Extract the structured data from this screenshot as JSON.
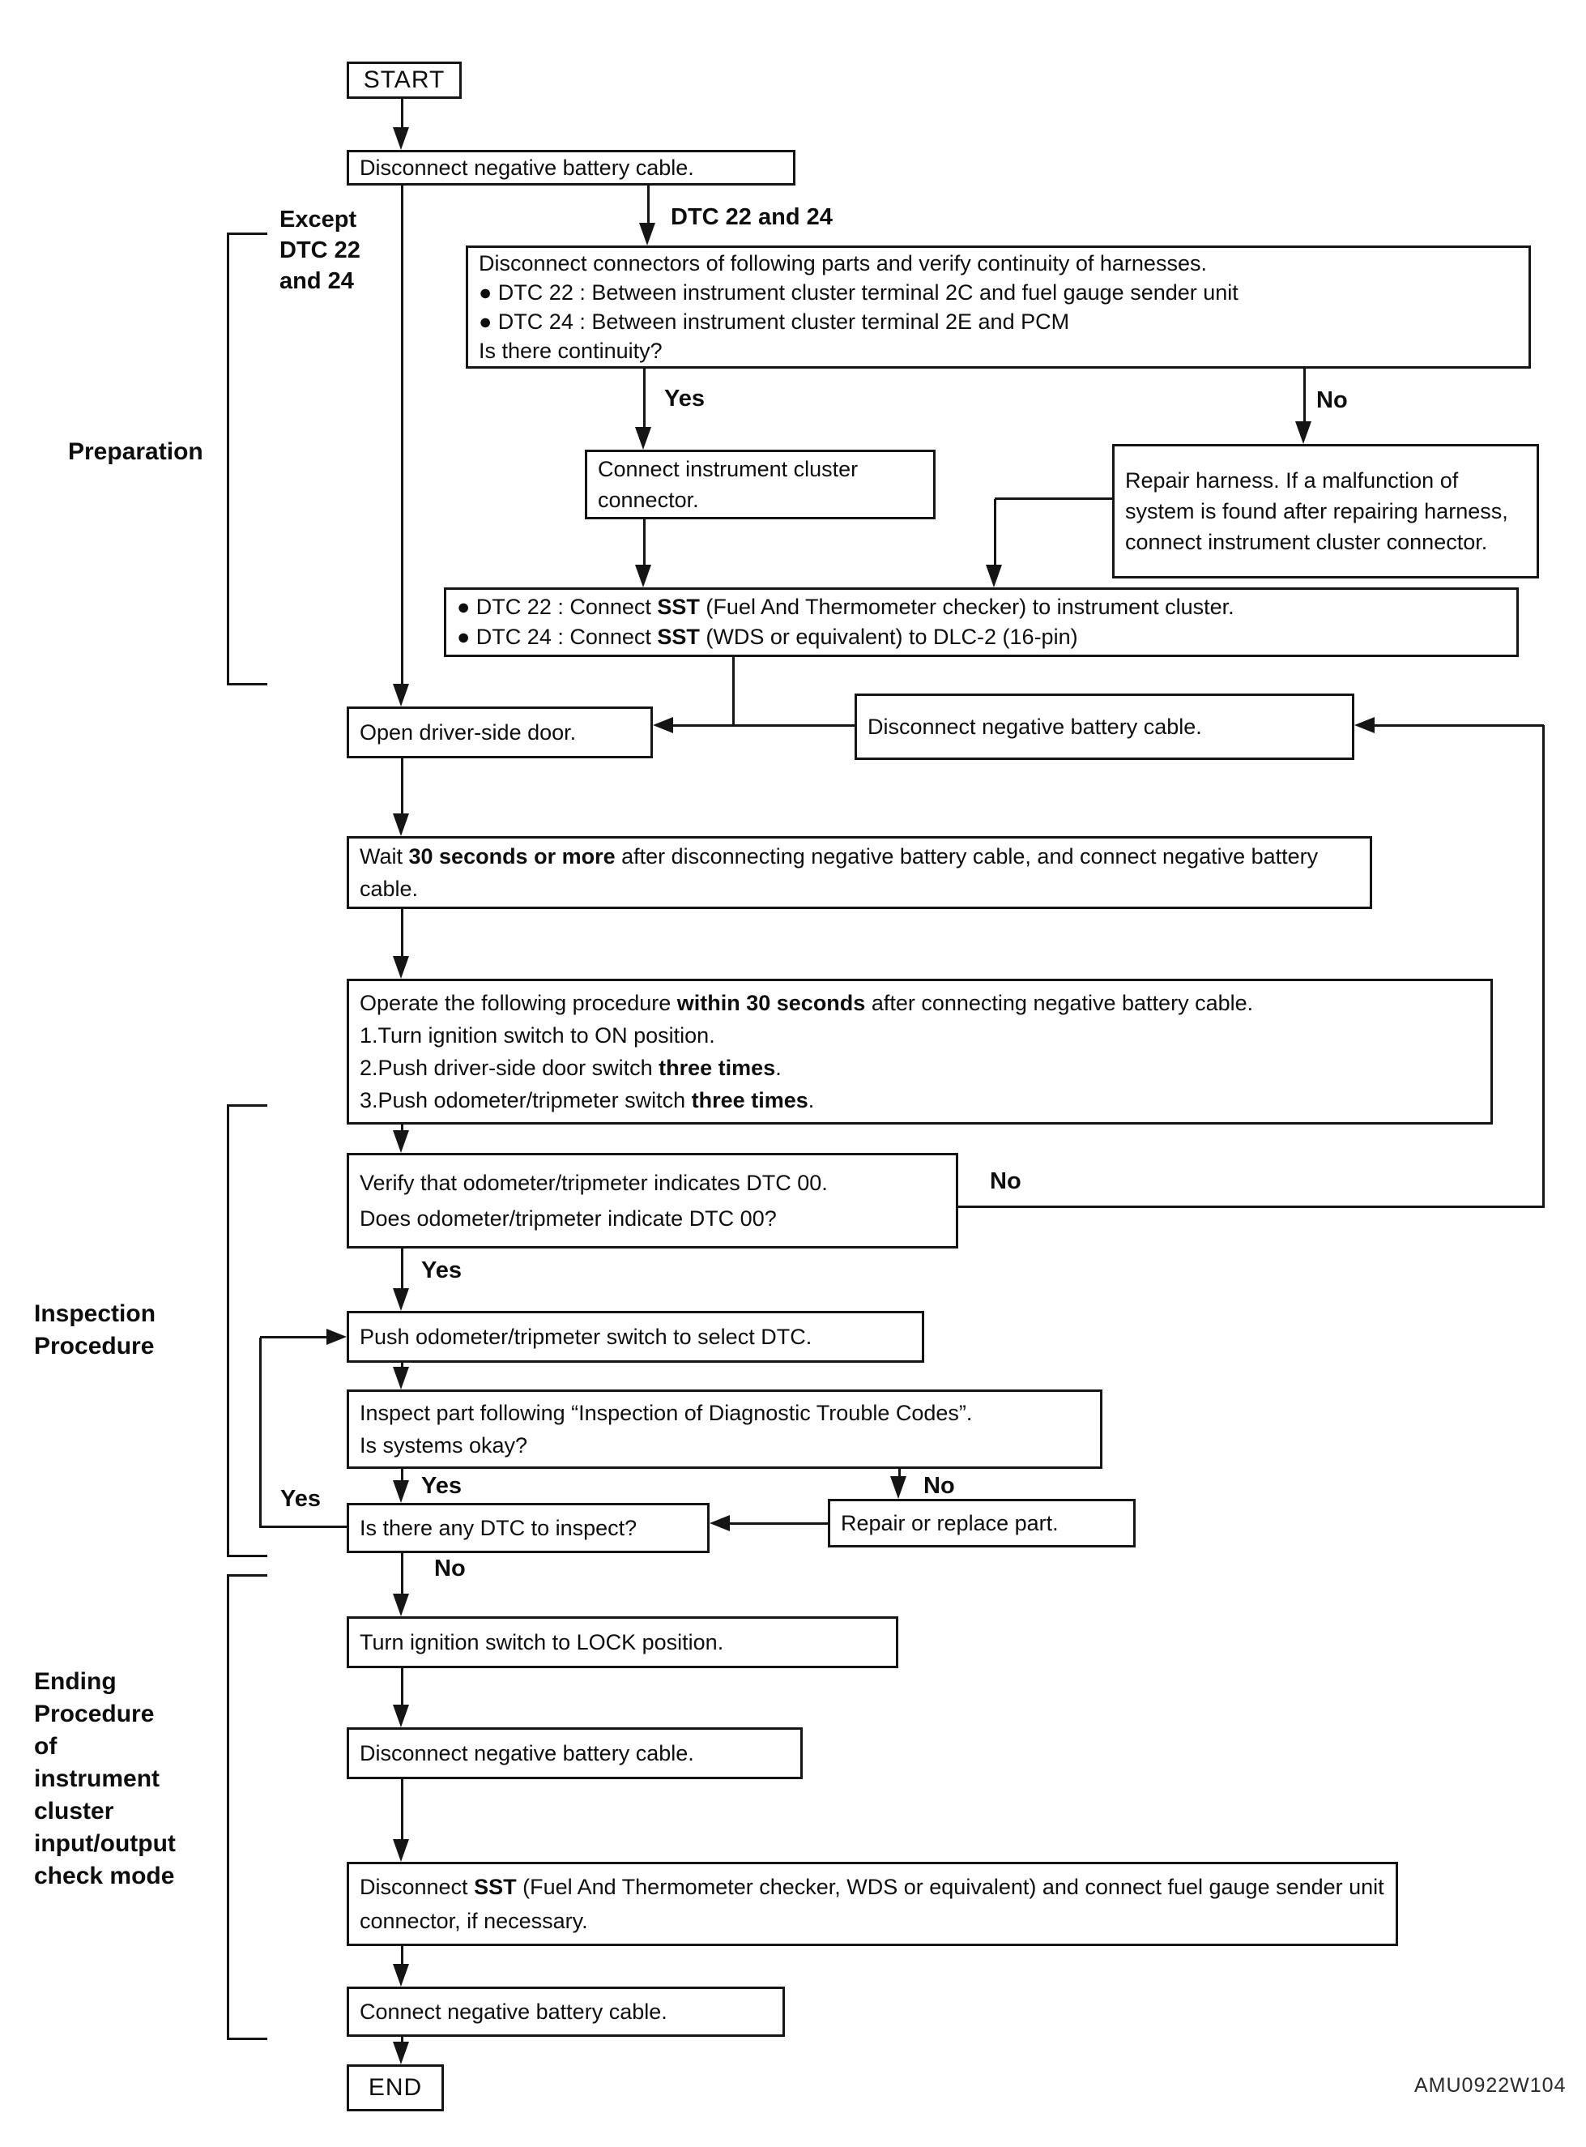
{
  "document": {
    "figure_code": "AMU0922W104"
  },
  "side_labels": {
    "preparation": "Preparation",
    "inspection": "Inspection\nProcedure",
    "ending": "Ending\nProcedure\nof\ninstrument\ncluster\ninput/output\ncheck mode",
    "except_dtc": "Except\nDTC 22\nand 24",
    "dtc_22_24": "DTC 22 and 24"
  },
  "branch": {
    "yes": "Yes",
    "no": "No"
  },
  "nodes": {
    "start": "START",
    "disconnect_battery_first": "Disconnect negative battery cable.",
    "verify_continuity": {
      "l1": "Disconnect connectors of following parts and verify continuity of harnesses.",
      "l2": "● DTC 22 : Between instrument cluster terminal 2C and fuel gauge sender unit",
      "l3": "● DTC 24 : Between instrument cluster terminal 2E and PCM",
      "l4": "Is there continuity?"
    },
    "connect_cluster": "Connect instrument cluster connector.",
    "repair_harness": "Repair harness. If a malfunction of system is found after repairing harness, connect instrument cluster connector.",
    "connect_sst": {
      "l1a": "● DTC 22 : Connect ",
      "l1b": "SST",
      "l1c": " (Fuel And Thermometer checker) to instrument cluster.",
      "l2a": "● DTC 24 : Connect ",
      "l2b": "SST",
      "l2c": " (WDS or equivalent) to DLC-2 (16-pin)"
    },
    "open_door": "Open driver-side door.",
    "disconnect_battery_loop": "Disconnect negative battery cable.",
    "wait_30": {
      "a": "Wait ",
      "b": "30 seconds or more",
      "c": " after disconnecting negative battery cable, and connect negative battery cable."
    },
    "operate": {
      "l1a": "Operate the following procedure ",
      "l1b": "within 30 seconds",
      "l1c": " after connecting negative battery cable.",
      "l2": "1.Turn ignition switch to ON position.",
      "l3a": "2.Push driver-side door switch ",
      "l3b": "three times",
      "l3c": ".",
      "l4a": "3.Push odometer/tripmeter switch ",
      "l4b": "three times",
      "l4c": "."
    },
    "verify_dtc00": {
      "l1": "Verify that odometer/tripmeter indicates DTC 00.",
      "l2": "Does odometer/tripmeter indicate DTC 00?"
    },
    "push_select_dtc": "Push odometer/tripmeter switch to select DTC.",
    "inspect_part": {
      "l1": "Inspect part following “Inspection of Diagnostic Trouble Codes”.",
      "l2": "Is systems okay?"
    },
    "any_dtc": "Is there any DTC to inspect?",
    "repair_replace": "Repair or replace part.",
    "ignition_lock": "Turn ignition switch to LOCK position.",
    "disconnect_battery_end": "Disconnect negative battery cable.",
    "disconnect_sst": {
      "a": "Disconnect ",
      "b": "SST",
      "c": " (Fuel And Thermometer checker, WDS or equivalent) and connect fuel gauge sender unit connector, if necessary."
    },
    "connect_battery": "Connect negative battery cable.",
    "end": "END"
  }
}
